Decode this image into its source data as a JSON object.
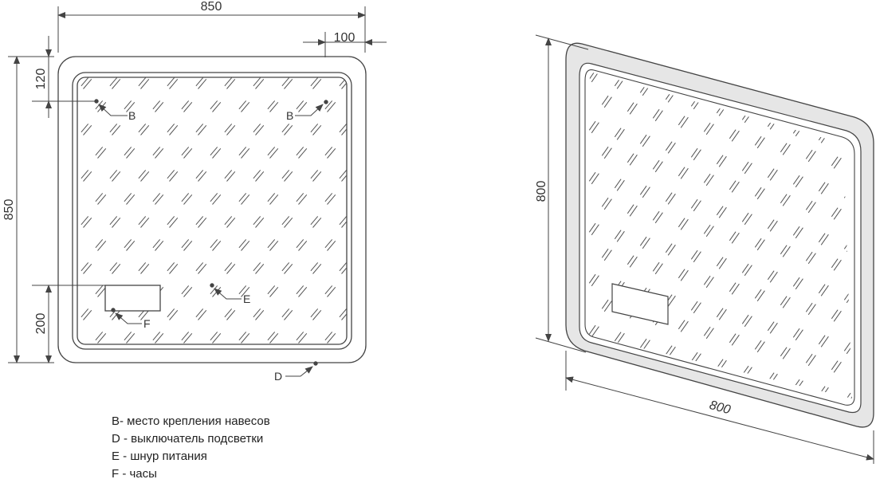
{
  "front_view": {
    "width_dim": "850",
    "height_dim": "850",
    "right_offset_dim": "100",
    "top_offset_dim": "120",
    "bottom_offset_dim": "200",
    "markers": {
      "b_left": "B",
      "b_right": "B",
      "e": "E",
      "f": "F",
      "d": "D"
    }
  },
  "perspective_view": {
    "height_dim": "800",
    "width_dim": "800"
  },
  "legend": [
    "B- место крепления навесов",
    "D - выключатель подсветки",
    "E - шнур питания",
    "F - часы"
  ],
  "colors": {
    "line": "#444444",
    "frame_fill": "#e6e6e6",
    "frame_edge": "#b5b5b5"
  }
}
